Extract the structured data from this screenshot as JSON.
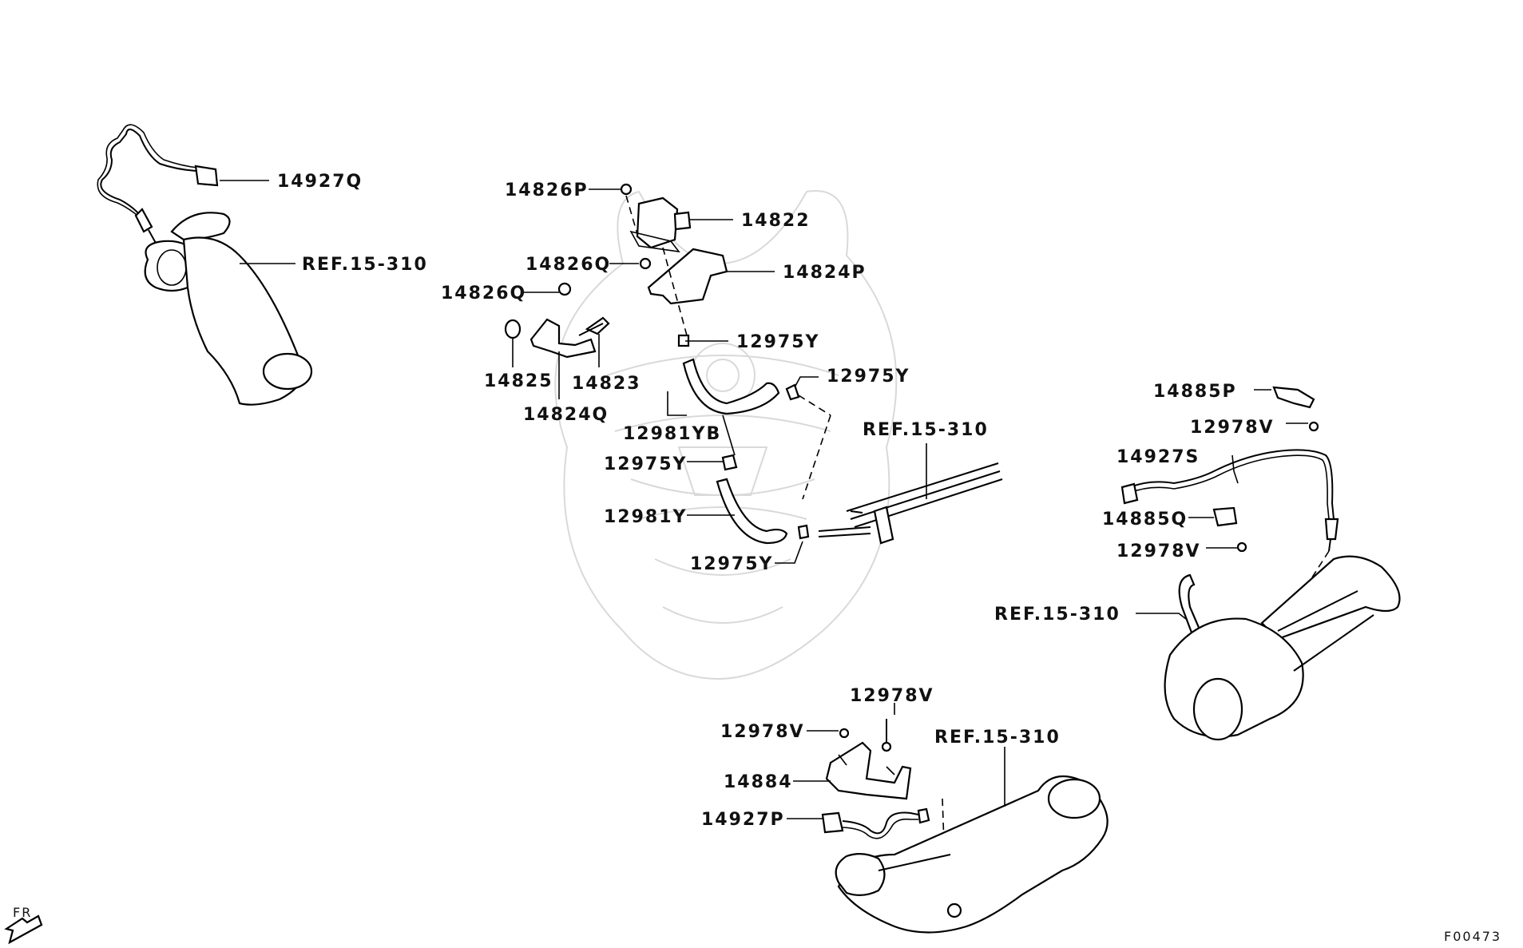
{
  "diagram_code": "F00473",
  "direction_label": "FR",
  "labels": {
    "p14927Q": "14927Q",
    "ref_upper_left": "REF.15-310",
    "p14826P": "14826P",
    "p14822": "14822",
    "p14826Q_a": "14826Q",
    "p14824P": "14824P",
    "p14826Q_b": "14826Q",
    "p14825": "14825",
    "p14823": "14823",
    "p14824Q": "14824Q",
    "p12975Y_a": "12975Y",
    "p12975Y_b": "12975Y",
    "p12981YB": "12981YB",
    "ref_center": "REF.15-310",
    "p12975Y_c": "12975Y",
    "p12981Y": "12981Y",
    "p12975Y_d": "12975Y",
    "p14885P": "14885P",
    "p12978V_a": "12978V",
    "p14927S": "14927S",
    "p14885Q": "14885Q",
    "p12978V_b": "12978V",
    "ref_right": "REF.15-310",
    "p12978V_c": "12978V",
    "p12978V_d": "12978V",
    "ref_bottom": "REF.15-310",
    "p14884": "14884",
    "p14927P": "14927P"
  }
}
